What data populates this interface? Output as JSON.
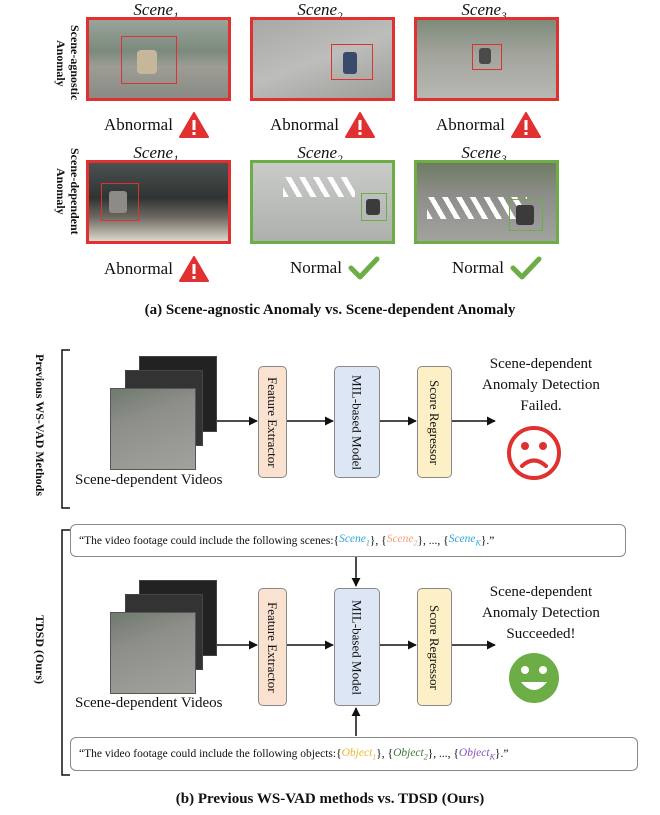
{
  "part_a": {
    "scenes": [
      {
        "base": "Scene",
        "sub": "1"
      },
      {
        "base": "Scene",
        "sub": "2"
      },
      {
        "base": "Scene",
        "sub": "3"
      }
    ],
    "row1_label": "Scene-agnostic Anomaly",
    "row2_label": "Scene-dependent Anomaly",
    "row1_status": [
      "Abnormal",
      "Abnormal",
      "Abnormal"
    ],
    "row2_status": [
      "Abnormal",
      "Normal",
      "Normal"
    ],
    "caption": "(a) Scene-agnostic Anomaly vs.  Scene-dependent Anomaly"
  },
  "part_b": {
    "prev_label": "Previous WS-VAD Methods",
    "ours_label": "TDSD (Ours)",
    "videos_label": "Scene-dependent Videos",
    "feature_extractor": "Feature Extractor",
    "mil_model": "MIL-based Model",
    "score_regressor": "Score Regressor",
    "result_failed": [
      "Scene-dependent",
      "Anomaly Detection",
      "Failed."
    ],
    "result_success": [
      "Scene-dependent",
      "Anomaly Detection",
      "Succeeded!"
    ],
    "prompt_scenes": {
      "prefix": "“The video footage could include the following scenes: ",
      "items": [
        {
          "base": "Scene",
          "sub": "1",
          "color": "#2aa6d8"
        },
        {
          "base": "Scene",
          "sub": "2",
          "color": "#f0a07a"
        },
        {
          "base": "Scene",
          "sub": "K",
          "color": "#2aa6d8"
        }
      ],
      "suffix": ".”"
    },
    "prompt_objects": {
      "prefix": "“The video footage could include the following objects: ",
      "items": [
        {
          "base": "Object",
          "sub": "1",
          "color": "#e8b92e"
        },
        {
          "base": "Object",
          "sub": "2",
          "color": "#3d7a3a"
        },
        {
          "base": "Object",
          "sub": "K",
          "color": "#8a4fb5"
        }
      ],
      "suffix": ".”"
    },
    "ellipsis": "...,",
    "caption": "(b) Previous WS-VAD methods vs.  TDSD (Ours)"
  },
  "colors": {
    "abnormal_red": "#e03030",
    "normal_green": "#6cae45",
    "sad_face": "#e03030",
    "happy_face": "#6cae45"
  }
}
